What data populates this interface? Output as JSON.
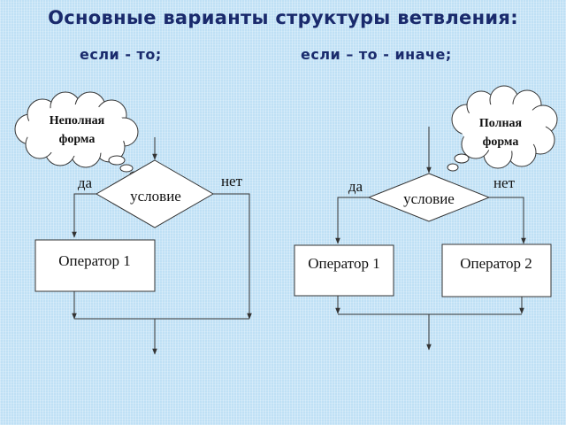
{
  "title": "Основные варианты структуры ветвления:",
  "subtitle_left": "если - то;",
  "subtitle_right": "если – то - иначе;",
  "left_diagram": {
    "cloud_line1": "Неполная",
    "cloud_line2": "форма",
    "yes_label": "да",
    "no_label": "нет",
    "condition": "условие",
    "operator1": "Оператор 1"
  },
  "right_diagram": {
    "cloud_line1": "Полная",
    "cloud_line2": "форма",
    "yes_label": "да",
    "no_label": "нет",
    "condition": "условие",
    "operator1": "Оператор 1",
    "operator2": "Оператор 2"
  }
}
